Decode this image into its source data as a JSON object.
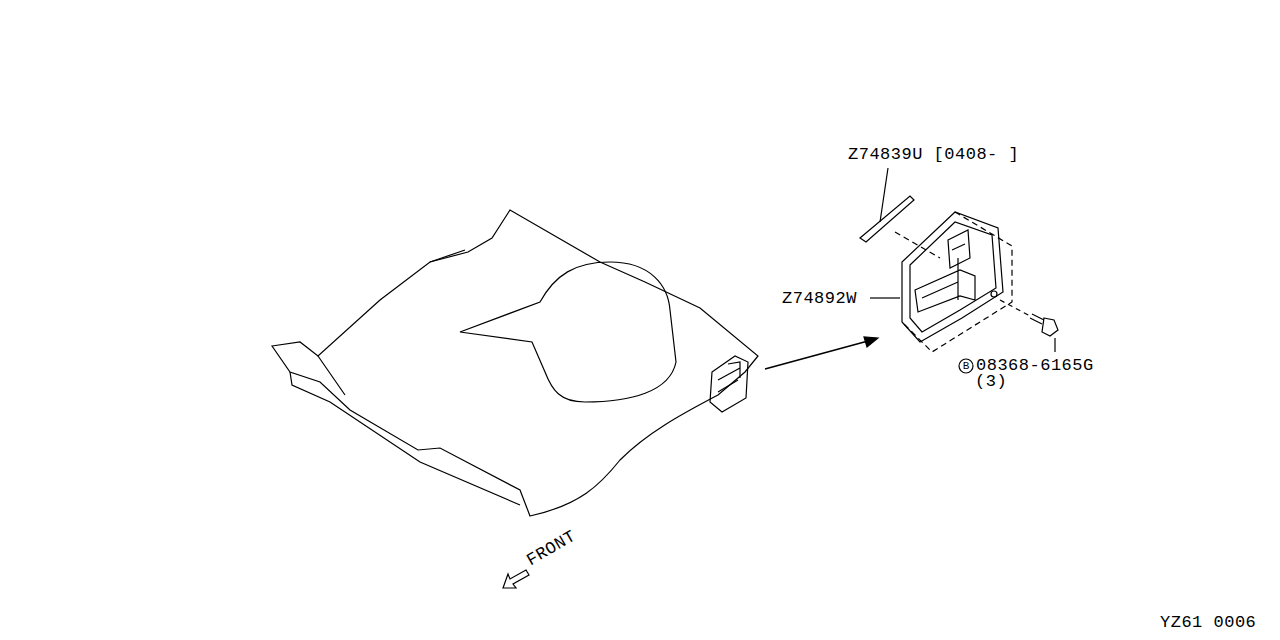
{
  "diagram": {
    "labels": [
      "Z74839U [0408- ]",
      "Z74892W",
      "B",
      "08368-6165G",
      "(3)",
      "FRONT",
      "YZ61 0006"
    ]
  }
}
